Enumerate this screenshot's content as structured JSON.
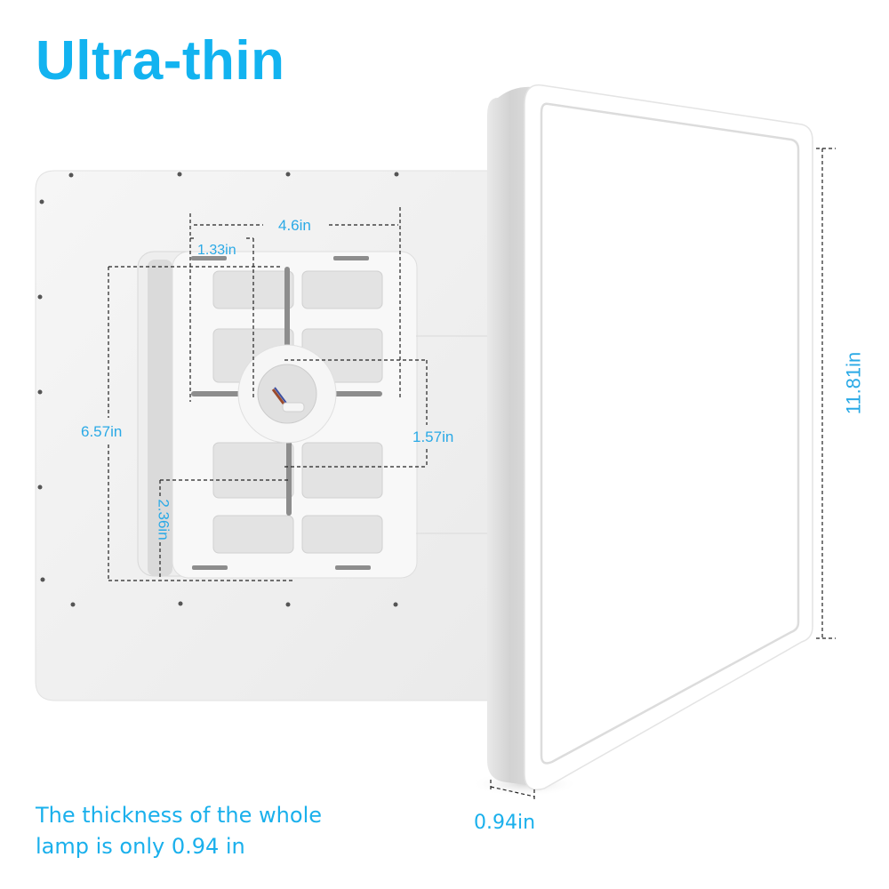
{
  "title": "Ultra-thin",
  "caption": {
    "line1": "The thickness of the whole",
    "line2": "lamp is only 0.94 in"
  },
  "dimensions": {
    "mount_width": "4.6in",
    "slot_offset": "1.33in",
    "mount_height": "6.57in",
    "hub_offset": "1.57in",
    "lower_offset": "2.36in",
    "lamp_side": "11.81in",
    "thickness": "0.94in"
  },
  "colors": {
    "accent": "#12b3f0",
    "panel": "#f2f2f2",
    "frame": "#ffffff",
    "dashed_line": "#222222"
  }
}
